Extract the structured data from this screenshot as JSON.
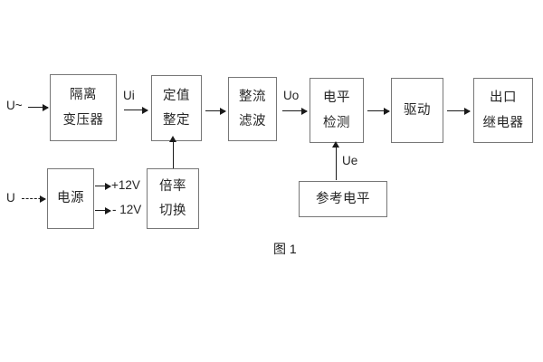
{
  "figure": {
    "caption": "图 1",
    "blocks": [
      {
        "id": "isolation-transformer",
        "lines": [
          "隔离",
          "变压器"
        ]
      },
      {
        "id": "setting-value",
        "lines": [
          "定值",
          "整定"
        ]
      },
      {
        "id": "rectify-filter",
        "lines": [
          "整流",
          "滤波"
        ]
      },
      {
        "id": "level-detection",
        "lines": [
          "电平",
          "检测"
        ]
      },
      {
        "id": "drive",
        "lines": [
          "驱动"
        ]
      },
      {
        "id": "output-relay",
        "lines": [
          "出口",
          "继电器"
        ]
      },
      {
        "id": "power-supply",
        "lines": [
          "电源"
        ]
      },
      {
        "id": "multiplier-switch",
        "lines": [
          "倍率",
          "切换"
        ]
      },
      {
        "id": "reference-level",
        "lines": [
          "参考电平"
        ]
      }
    ],
    "signal_labels": {
      "input_ac": "U~",
      "input_dc": "U",
      "ui": "Ui",
      "uo": "Uo",
      "ue": "Ue",
      "supply_positive": "+12V",
      "supply_negative": "- 12V"
    }
  }
}
